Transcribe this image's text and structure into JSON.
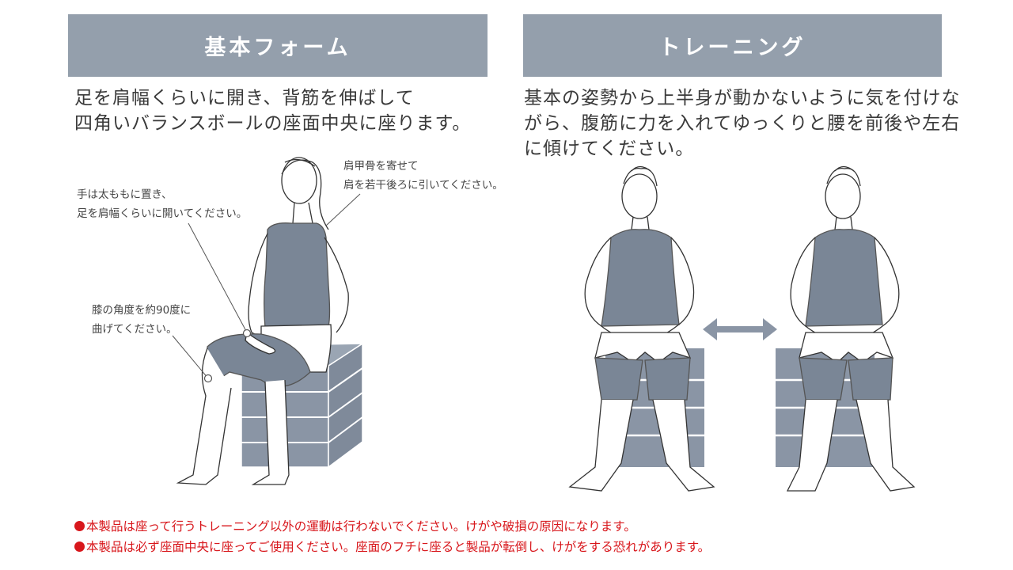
{
  "sections": {
    "basic": {
      "title": "基本フォーム",
      "description": "足を肩幅くらいに開き、背筋を伸ばして\n四角いバランスボールの座面中央に座ります。"
    },
    "training": {
      "title": "トレーニング",
      "description": "基本の姿勢から上半身が動かないように気を付けな\nがら、腹筋に力を入れてゆっくりと腰を前後や左右\nに傾けてください。"
    }
  },
  "annotations": {
    "shoulder": "肩甲骨を寄せて\n肩を若干後ろに引いてください。",
    "hands": "手は太ももに置き、\n足を肩幅くらいに開いてください。",
    "knee": "膝の角度を約90度に\n曲げてください。"
  },
  "warnings": [
    "本製品は座って行うトレーニング以外の運動は行わないでください。けがや破損の原因になります。",
    "本製品は必ず座面中央に座ってご使用ください。座面のフチに座ると製品が転倒し、けがをする恐れがあります。"
  ],
  "colors": {
    "header_bg": "#949fac",
    "cushion": "#8a95a5",
    "clothing": "#7a8696",
    "warning": "#d8171c"
  }
}
